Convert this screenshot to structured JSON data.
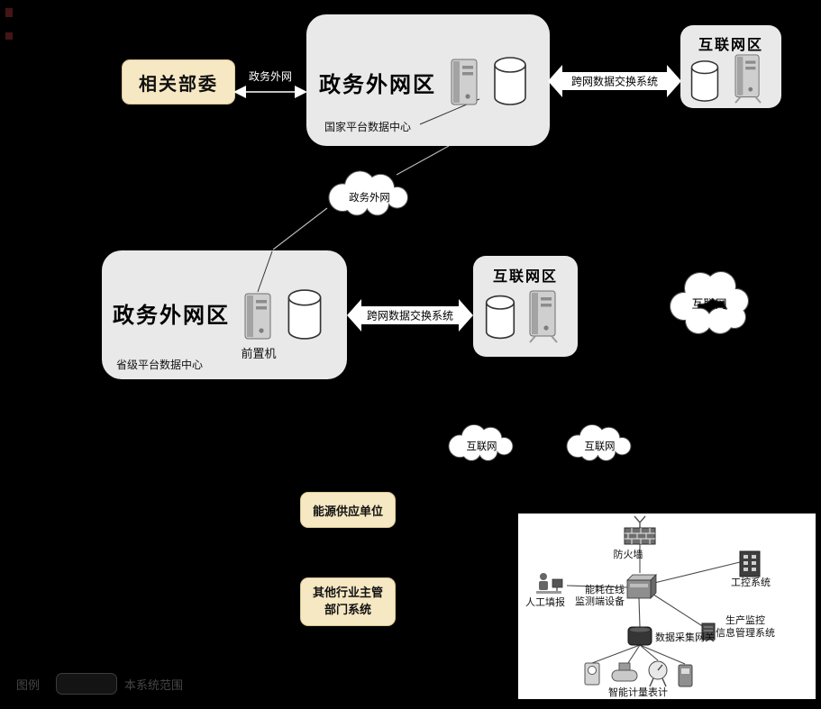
{
  "top": {
    "ministries_label": "相关部委",
    "link_label": "政务外网",
    "gov_zone_title": "政务外网区",
    "gov_zone_sub": "国家平台数据中心",
    "exchange_label": "跨网数据交换系统",
    "internet_zone_title": "互联网区"
  },
  "mid": {
    "gov_zone_title": "政务外网区",
    "front_machine": "前置机",
    "gov_zone_sub": "省级平台数据中心",
    "exchange_label": "跨网数据交换系统",
    "internet_zone_title": "互联网区"
  },
  "clouds": {
    "gov_ext": "政务外网",
    "internet_a": "互联网",
    "internet_b": "互联网",
    "internet_c": "互联网"
  },
  "sources": {
    "energy_label": "能源供应单位",
    "other_label_1": "其他行业主管",
    "other_label_2": "部门系统"
  },
  "panel": {
    "firewall": "防火墙",
    "monitor_1": "能耗在线",
    "monitor_2": "监测端设备",
    "manual": "人工填报",
    "ics": "工控系统",
    "prod_1": "生产监控",
    "prod_2": "信息管理系统",
    "gateway": "数据采集网关",
    "meters": "智能计量表计"
  },
  "legend": {
    "title": "图例",
    "scope": "本系统范围"
  },
  "colors": {
    "background": "#000000",
    "zone_box": "#e9e9e9",
    "tan_box": "#f6e8c3",
    "white": "#ffffff"
  }
}
